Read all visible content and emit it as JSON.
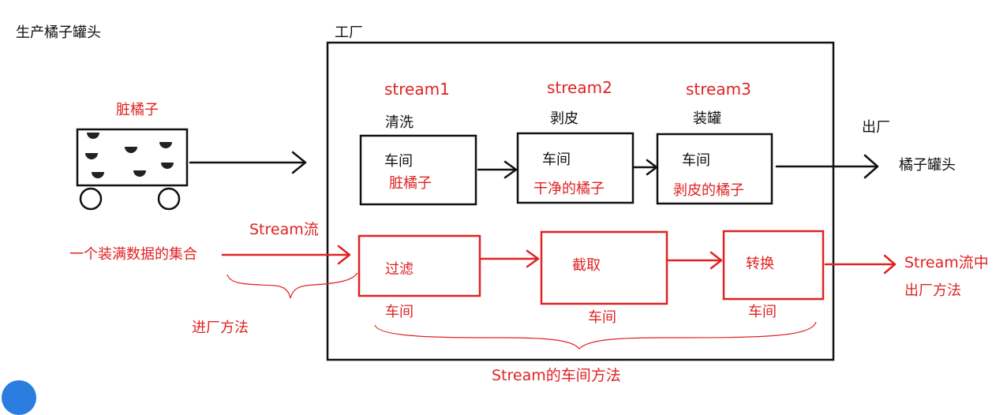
{
  "title": "生产橘子罐头",
  "factory": "工厂",
  "truck": {
    "label": "脏橘子"
  },
  "stages": [
    {
      "stream": "stream1",
      "step": "清洗",
      "box_label": "车间",
      "product": "脏橘子"
    },
    {
      "stream": "stream2",
      "step": "剥皮",
      "box_label": "车间",
      "product": "干净的橘子"
    },
    {
      "stream": "stream3",
      "step": "装罐",
      "box_label": "车间",
      "product": "剥皮的橘子"
    }
  ],
  "exit_label": "出厂",
  "output_label": "橘子罐头",
  "stream_section": {
    "stream_label": "Stream流",
    "input_label": "一个装满数据的集合",
    "entry_method": "进厂方法",
    "ops": [
      {
        "name": "过滤",
        "caption": "车间"
      },
      {
        "name": "截取",
        "caption": "车间"
      },
      {
        "name": "转换",
        "caption": "车间"
      }
    ],
    "middle_methods": "Stream的车间方法",
    "exit_line1": "Stream流中",
    "exit_line2": "出厂方法"
  },
  "colors": {
    "annotation_red": "#e02222",
    "ink": "#111111"
  }
}
